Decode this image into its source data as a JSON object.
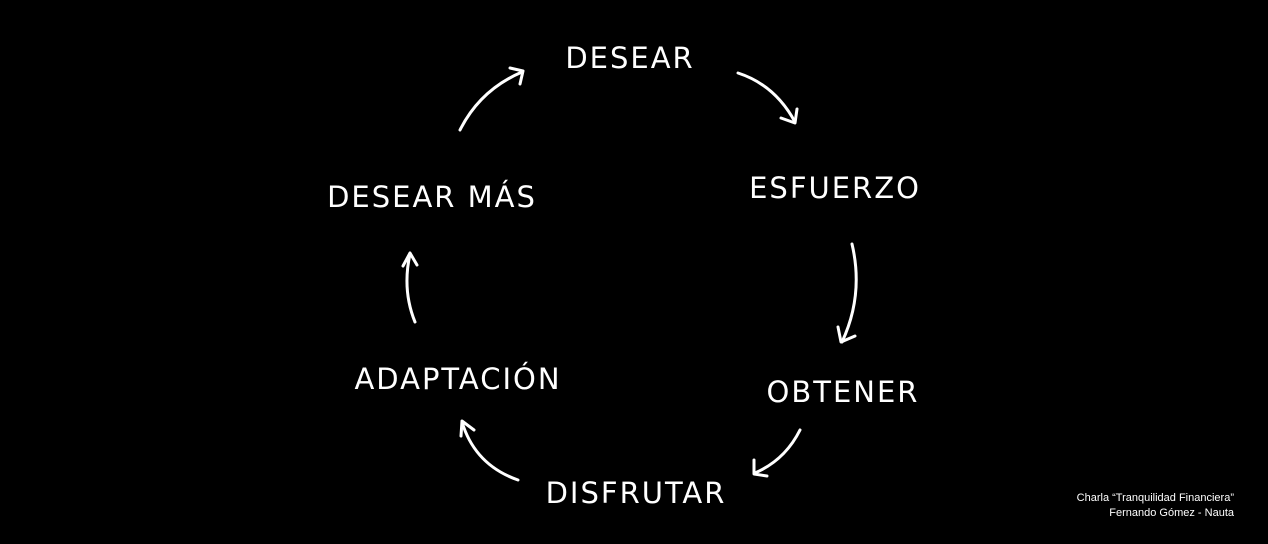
{
  "cycle": {
    "steps": [
      "DESEAR",
      "ESFUERZO",
      "OBTENER",
      "DISFRUTAR",
      "ADAPTACIÓN",
      "DESEAR MÁS"
    ]
  },
  "credit": {
    "line1": "Charla “Tranquilidad Financiera”",
    "line2": "Fernando Gómez - Nauta"
  },
  "colors": {
    "background": "#000000",
    "foreground": "#ffffff"
  }
}
